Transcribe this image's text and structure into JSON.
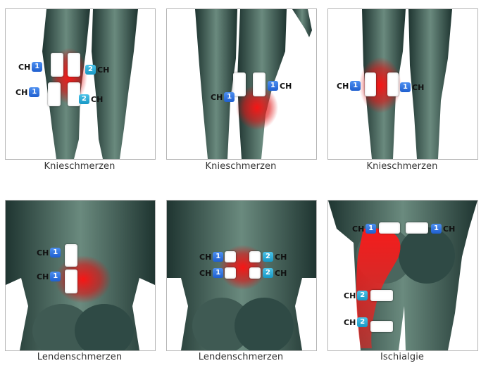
{
  "captions": [
    "Knieschmerzen",
    "Knieschmerzen",
    "Knieschmerzen",
    "Lendenschmerzen",
    "Lendenschmerzen",
    "Ischialgie"
  ],
  "ch": "CH",
  "num1": "1",
  "num2": "2",
  "colors": {
    "skin_dark": "#2f4a45",
    "skin_mid": "#5b7a6f",
    "pain_red": "#ff1a1a",
    "ch1": "#2a6ad8",
    "ch2": "#25a6d2"
  }
}
